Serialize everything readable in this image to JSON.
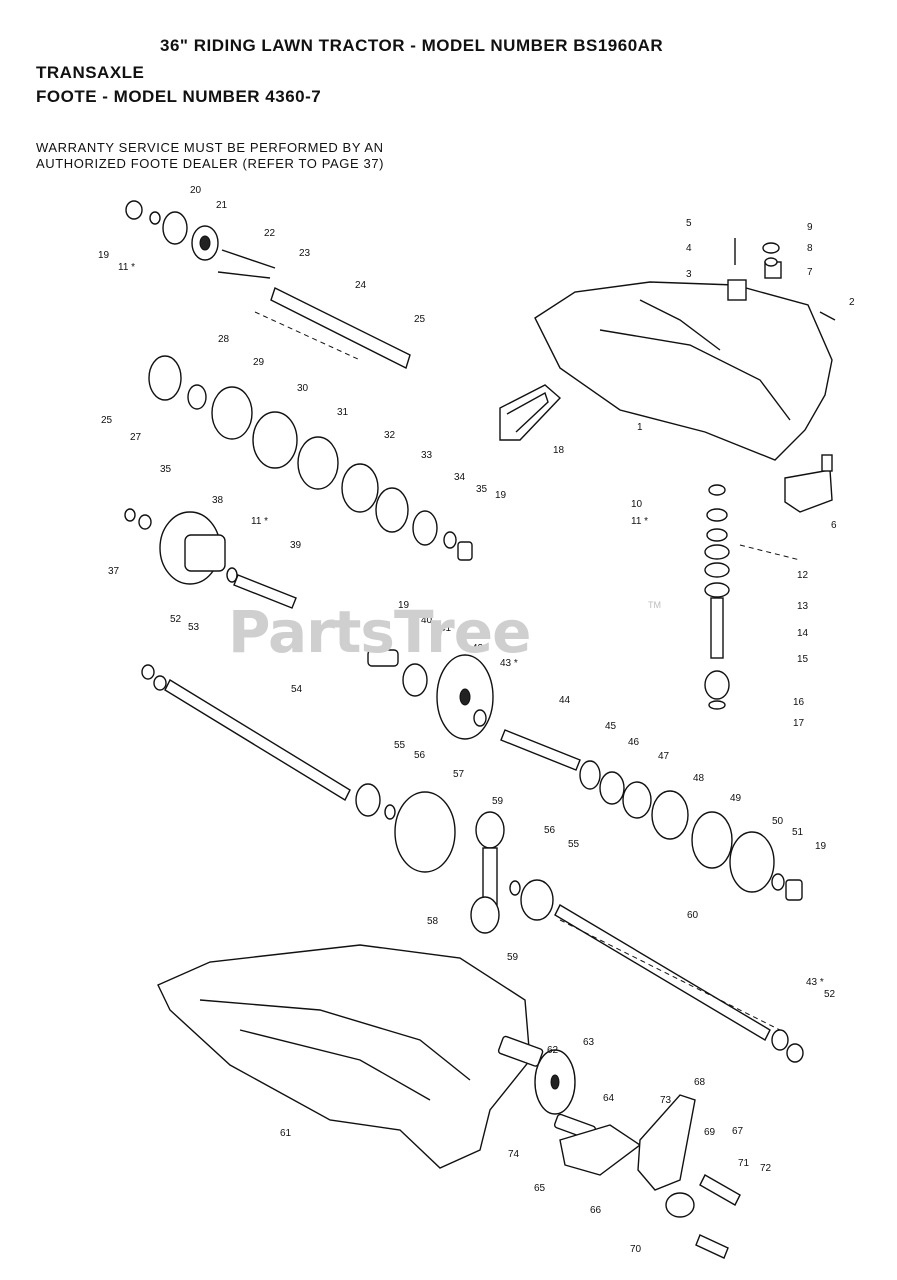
{
  "header": {
    "title": "36\" RIDING LAWN TRACTOR - MODEL NUMBER BS1960AR",
    "subtitle1": "TRANSAXLE",
    "subtitle2": "FOOTE - MODEL NUMBER 4360-7"
  },
  "warning": {
    "line1": "WARRANTY SERVICE MUST BE PERFORMED BY AN",
    "line2": "AUTHORIZED FOOTE DEALER (REFER TO PAGE 37)"
  },
  "watermark": {
    "text": "PartsTree",
    "mark": "TM"
  },
  "part_labels": [
    "19",
    "11 *",
    "20",
    "21",
    "22",
    "23",
    "24",
    "25",
    "5",
    "4",
    "3",
    "9",
    "8",
    "7",
    "2",
    "28",
    "29",
    "30",
    "31",
    "32",
    "25",
    "27",
    "1",
    "18",
    "35",
    "33",
    "34",
    "35",
    "19",
    "38",
    "11 *",
    "39",
    "37",
    "10",
    "11 *",
    "6",
    "12",
    "13",
    "14",
    "15",
    "16",
    "17",
    "52",
    "53",
    "19",
    "40",
    "41",
    "42",
    "43 *",
    "54",
    "55",
    "56",
    "57",
    "44",
    "45",
    "46",
    "47",
    "48",
    "49",
    "50",
    "51",
    "19",
    "59",
    "56",
    "55",
    "58",
    "59",
    "60",
    "43 *",
    "52",
    "62",
    "63",
    "64",
    "68",
    "73",
    "69",
    "67",
    "71",
    "72",
    "61",
    "74",
    "65",
    "66",
    "70"
  ]
}
